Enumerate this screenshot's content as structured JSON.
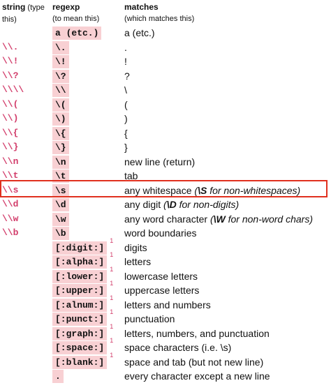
{
  "headers": {
    "string_bold": "string",
    "string_rest": " (type this)",
    "regexp_bold": "regexp",
    "regexp_sub": "(to mean this)",
    "matches_bold": "matches",
    "matches_sub": "(which matches this)"
  },
  "rows": [
    {
      "string": "",
      "regexp": "a (etc.)",
      "match": "a (etc.)"
    },
    {
      "string": "\\\\.",
      "regexp": "\\.",
      "match": "."
    },
    {
      "string": "\\\\!",
      "regexp": "\\!",
      "match": "!"
    },
    {
      "string": "\\\\?",
      "regexp": "\\?",
      "match": "?"
    },
    {
      "string": "\\\\\\\\",
      "regexp": "\\\\",
      "match": "\\"
    },
    {
      "string": "\\\\(",
      "regexp": "\\(",
      "match": "("
    },
    {
      "string": "\\\\)",
      "regexp": "\\)",
      "match": ")"
    },
    {
      "string": "\\\\{",
      "regexp": "\\{",
      "match": "{"
    },
    {
      "string": "\\\\}",
      "regexp": "\\}",
      "match": "}"
    },
    {
      "string": "\\\\n",
      "regexp": "\\n",
      "match": "new line (return)"
    },
    {
      "string": "\\\\t",
      "regexp": "\\t",
      "match": "tab"
    },
    {
      "string": "\\\\s",
      "regexp": "\\s",
      "match": "any whitespace  ",
      "note_open": "(",
      "note_code": "\\S",
      "note_text": " for non-whitespaces)"
    },
    {
      "string": "\\\\d",
      "regexp": "\\d",
      "match": "any digit  ",
      "note_open": "(",
      "note_code": "\\D",
      "note_text": " for non-digits)"
    },
    {
      "string": "\\\\w",
      "regexp": "\\w",
      "match": "any word character  ",
      "note_open": "(",
      "note_code": "\\W",
      "note_text": " for non-word chars)"
    },
    {
      "string": "\\\\b",
      "regexp": "\\b",
      "match": "word boundaries"
    },
    {
      "string": "",
      "regexp": "[:digit:]",
      "sup": "1",
      "match": "digits"
    },
    {
      "string": "",
      "regexp": "[:alpha:]",
      "sup": "1",
      "match": "letters"
    },
    {
      "string": "",
      "regexp": "[:lower:]",
      "sup": "1",
      "match": "lowercase letters"
    },
    {
      "string": "",
      "regexp": "[:upper:]",
      "sup": "1",
      "match": "uppercase letters"
    },
    {
      "string": "",
      "regexp": "[:alnum:]",
      "sup": "1",
      "match": "letters and numbers"
    },
    {
      "string": "",
      "regexp": "[:punct:]",
      "sup": "1",
      "match": "punctuation"
    },
    {
      "string": "",
      "regexp": "[:graph:]",
      "sup": "1",
      "match": "letters, numbers, and punctuation"
    },
    {
      "string": "",
      "regexp": "[:space:]",
      "sup": "1",
      "match": "space characters (i.e. \\s)"
    },
    {
      "string": "",
      "regexp": "[:blank:]",
      "sup": "1",
      "match": "space and tab (but not new line)"
    },
    {
      "string": "",
      "regexp": ".",
      "match": "every character except a new line"
    }
  ],
  "highlighted_row_regexp": "\\s",
  "colors": {
    "string_text": "#d23c6a",
    "regexp_bg": "#f8d0d3",
    "highlight_border": "#e0301e"
  }
}
